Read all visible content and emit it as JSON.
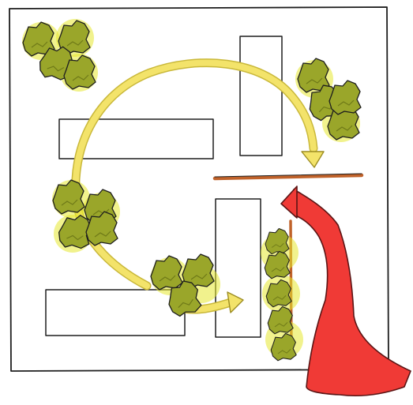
{
  "colors": {
    "background": "#ffffff",
    "outline": "#1e1e1e",
    "building_fill": "#ffffff",
    "tree_fill": "#9aa62a",
    "tree_shadow": "#6f7a18",
    "tree_glow": "#e6e830",
    "circulation_arrow": "#f3e36a",
    "circulation_arrow_edge": "#c9b83a",
    "entry_arrow": "#f03a36",
    "entry_arrow_edge": "#5a1414",
    "barrier_line": "#c0622a"
  },
  "diagram": {
    "site_boundary": {
      "icon": "site-boundary-outline"
    },
    "buildings": [
      {
        "id": "north-east-tower",
        "orientation": "vertical"
      },
      {
        "id": "west-wing",
        "orientation": "horizontal"
      },
      {
        "id": "central-tower",
        "orientation": "vertical"
      },
      {
        "id": "south-west-wing",
        "orientation": "horizontal"
      }
    ],
    "tree_clusters": [
      {
        "id": "north-west"
      },
      {
        "id": "north-east"
      },
      {
        "id": "west"
      },
      {
        "id": "south-centre"
      },
      {
        "id": "east-edge"
      }
    ],
    "arrows": [
      {
        "id": "circulation-loop",
        "kind": "curved arrow"
      },
      {
        "id": "inner-connection",
        "kind": "short arrow"
      },
      {
        "id": "main-entry",
        "kind": "tapered entry arrow"
      }
    ],
    "barriers": [
      {
        "id": "east-west-edge",
        "orientation": "horizontal"
      },
      {
        "id": "eastern-edge",
        "orientation": "vertical"
      }
    ]
  }
}
